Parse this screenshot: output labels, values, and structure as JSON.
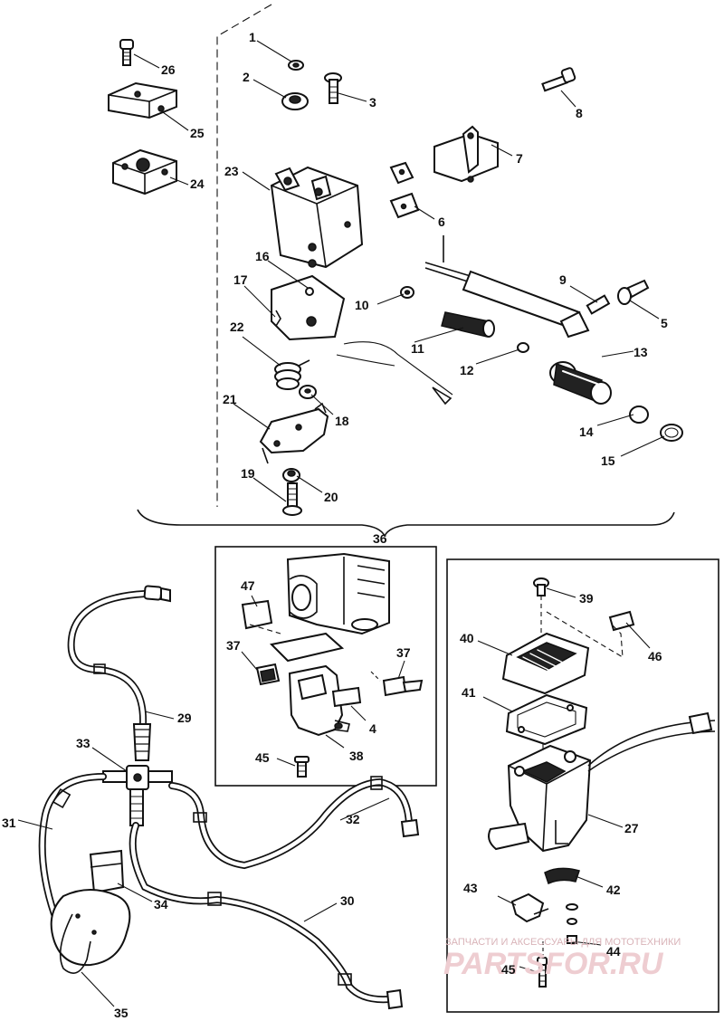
{
  "labels": {
    "l1": "1",
    "l2": "2",
    "l3": "3",
    "l5": "5",
    "l6": "6",
    "l7": "7",
    "l8": "8",
    "l9": "9",
    "l10": "10",
    "l11": "11",
    "l12": "12",
    "l13": "13",
    "l14": "14",
    "l15": "15",
    "l16": "16",
    "l17": "17",
    "l18": "18",
    "l19": "19",
    "l20": "20",
    "l21": "21",
    "l22": "22",
    "l23": "23",
    "l24": "24",
    "l25": "25",
    "l26": "26",
    "l27": "27",
    "l29": "29",
    "l30": "30",
    "l31": "31",
    "l32": "32",
    "l33": "33",
    "l34": "34",
    "l35": "35",
    "l36": "36",
    "l37a": "37",
    "l37b": "37",
    "l38": "38",
    "l4": "4",
    "l45a": "45",
    "l47": "47",
    "l39": "39",
    "l40": "40",
    "l41": "41",
    "l46": "46",
    "l42": "42",
    "l43": "43",
    "l44": "44",
    "l45b": "45"
  },
  "watermark": {
    "line1": "ЗАПЧАСТИ И АКСЕССУАРЫ ДЛЯ МОТОТЕХНИКИ",
    "line2": "PARTSFOR.RU"
  },
  "colors": {
    "ink": "#111111",
    "paper": "#ffffff",
    "watermark": "#eecdd1"
  }
}
